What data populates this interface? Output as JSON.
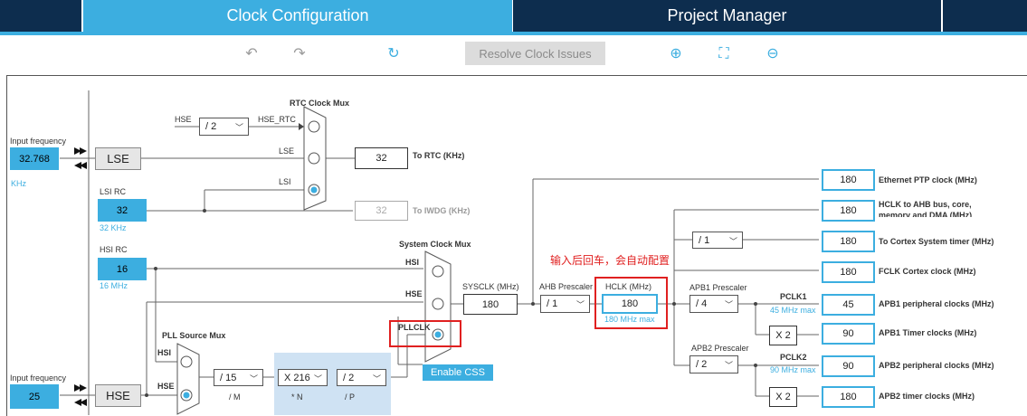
{
  "tabs": {
    "clock": "Clock Configuration",
    "project": "Project Manager"
  },
  "toolbar": {
    "resolve": "Resolve Clock Issues"
  },
  "lse": {
    "label": "LSE",
    "freq_label": "Input frequency",
    "value": "32.768",
    "unit": "KHz"
  },
  "lsi": {
    "label": "LSI RC",
    "value": "32",
    "unit": "32 KHz"
  },
  "hsi": {
    "label": "HSI RC",
    "value": "16",
    "unit": "16 MHz"
  },
  "hse": {
    "label": "HSE",
    "freq_label": "Input frequency",
    "value": "25"
  },
  "rtc_mux": {
    "title": "RTC Clock Mux",
    "hse": "HSE",
    "div": "/ 2",
    "hse_rtc": "HSE_RTC",
    "lse": "LSE",
    "lsi": "LSI",
    "out": "32",
    "out_label": "To RTC (KHz)"
  },
  "iwdg": {
    "value": "32",
    "label": "To IWDG (KHz)"
  },
  "sys_mux": {
    "title": "System Clock Mux",
    "hsi": "HSI",
    "hse": "HSE",
    "pllclk": "PLLCLK"
  },
  "pll_mux": {
    "title": "PLL Source Mux",
    "hsi": "HSI",
    "hse": "HSE"
  },
  "pll": {
    "m": "/ 15",
    "m_label": "/ M",
    "n": "X 216",
    "n_label": "* N",
    "p": "/ 2",
    "p_label": "/ P"
  },
  "sysclk": {
    "label": "SYSCLK (MHz)",
    "value": "180"
  },
  "ahb": {
    "label": "AHB Prescaler",
    "value": "/ 1"
  },
  "hclk": {
    "label": "HCLK (MHz)",
    "value": "180",
    "max": "180 MHz max"
  },
  "annotation": "输入后回车，会自动配置",
  "enable_css": "Enable CSS",
  "apb1": {
    "label": "APB1 Prescaler",
    "value": "/ 4",
    "pclk": "PCLK1",
    "max": "45 MHz max",
    "x2": "X 2"
  },
  "apb2": {
    "label": "APB2 Prescaler",
    "value": "/ 2",
    "pclk": "PCLK2",
    "max": "90 MHz max",
    "x2": "X 2"
  },
  "cortex_div": "/ 1",
  "outputs": [
    {
      "value": "180",
      "label": "Ethernet PTP clock (MHz)"
    },
    {
      "value": "180",
      "label": "HCLK to AHB bus, core, memory and DMA (MHz)"
    },
    {
      "value": "180",
      "label": "To Cortex System timer (MHz)"
    },
    {
      "value": "180",
      "label": "FCLK Cortex clock (MHz)"
    },
    {
      "value": "45",
      "label": "APB1 peripheral clocks (MHz)"
    },
    {
      "value": "90",
      "label": "APB1 Timer clocks (MHz)"
    },
    {
      "value": "90",
      "label": "APB2 peripheral clocks (MHz)"
    },
    {
      "value": "180",
      "label": "APB2 timer clocks (MHz)"
    }
  ]
}
